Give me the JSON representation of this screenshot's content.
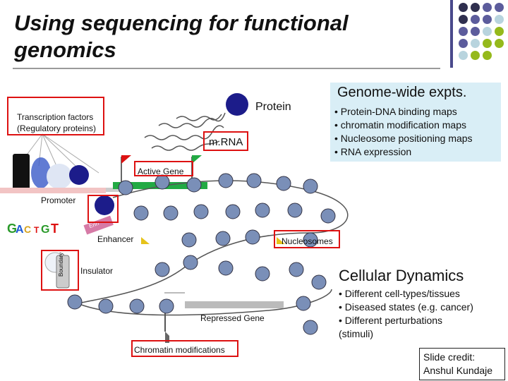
{
  "title": "Using sequencing for functional genomics",
  "labels": {
    "protein": "Protein",
    "transcription_factors": "Transcription factors\n(Regulatory proteins)",
    "mrna": "m.RNA",
    "active_gene": "Active Gene",
    "promoter": "Promoter",
    "enhancer": "Enhancer",
    "nucleosomes": "Nucleosomes",
    "insulator": "Insulator",
    "repressed_gene": "Repressed Gene",
    "chromatin_modifications": "Chromatin modifications",
    "boundary": "Boundary",
    "enhancer_tag": "Enh"
  },
  "genome_wide": {
    "heading": "Genome-wide expts.",
    "items": [
      "• Protein-DNA binding maps",
      "• chromatin modification maps",
      "• Nucleosome positioning maps",
      "• RNA expression"
    ]
  },
  "cellular_dynamics": {
    "heading": "Cellular Dynamics",
    "items": [
      "• Different cell-types/tissues",
      "• Diseased states (e.g. cancer)",
      "• Different perturbations",
      "(stimuli)"
    ]
  },
  "credit": {
    "line1": "Slide credit:",
    "line2": "Anshul Kundaje"
  },
  "colors": {
    "accent_purple": "#4a4a8c",
    "dot_dark": "#2f2f4f",
    "dot_purple": "#5c5c9c",
    "dot_lightblue": "#b8d4de",
    "dot_green": "#95b91b",
    "highlight_red": "#d11111",
    "protein_navy": "#1c1c8a",
    "active_gene_green": "#22aa44",
    "genome_box_bg": "#d9eef6"
  }
}
